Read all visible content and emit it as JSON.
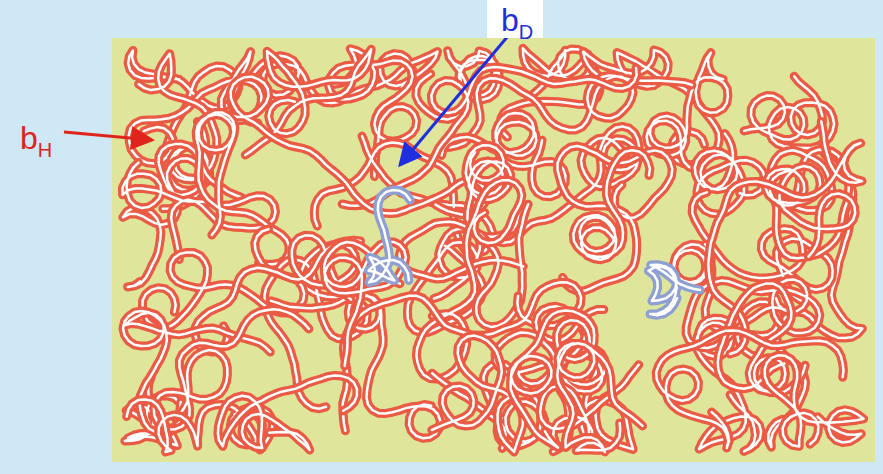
{
  "diagram": {
    "labels": [
      "b",
      "H",
      "b",
      "D"
    ]
  }
}
